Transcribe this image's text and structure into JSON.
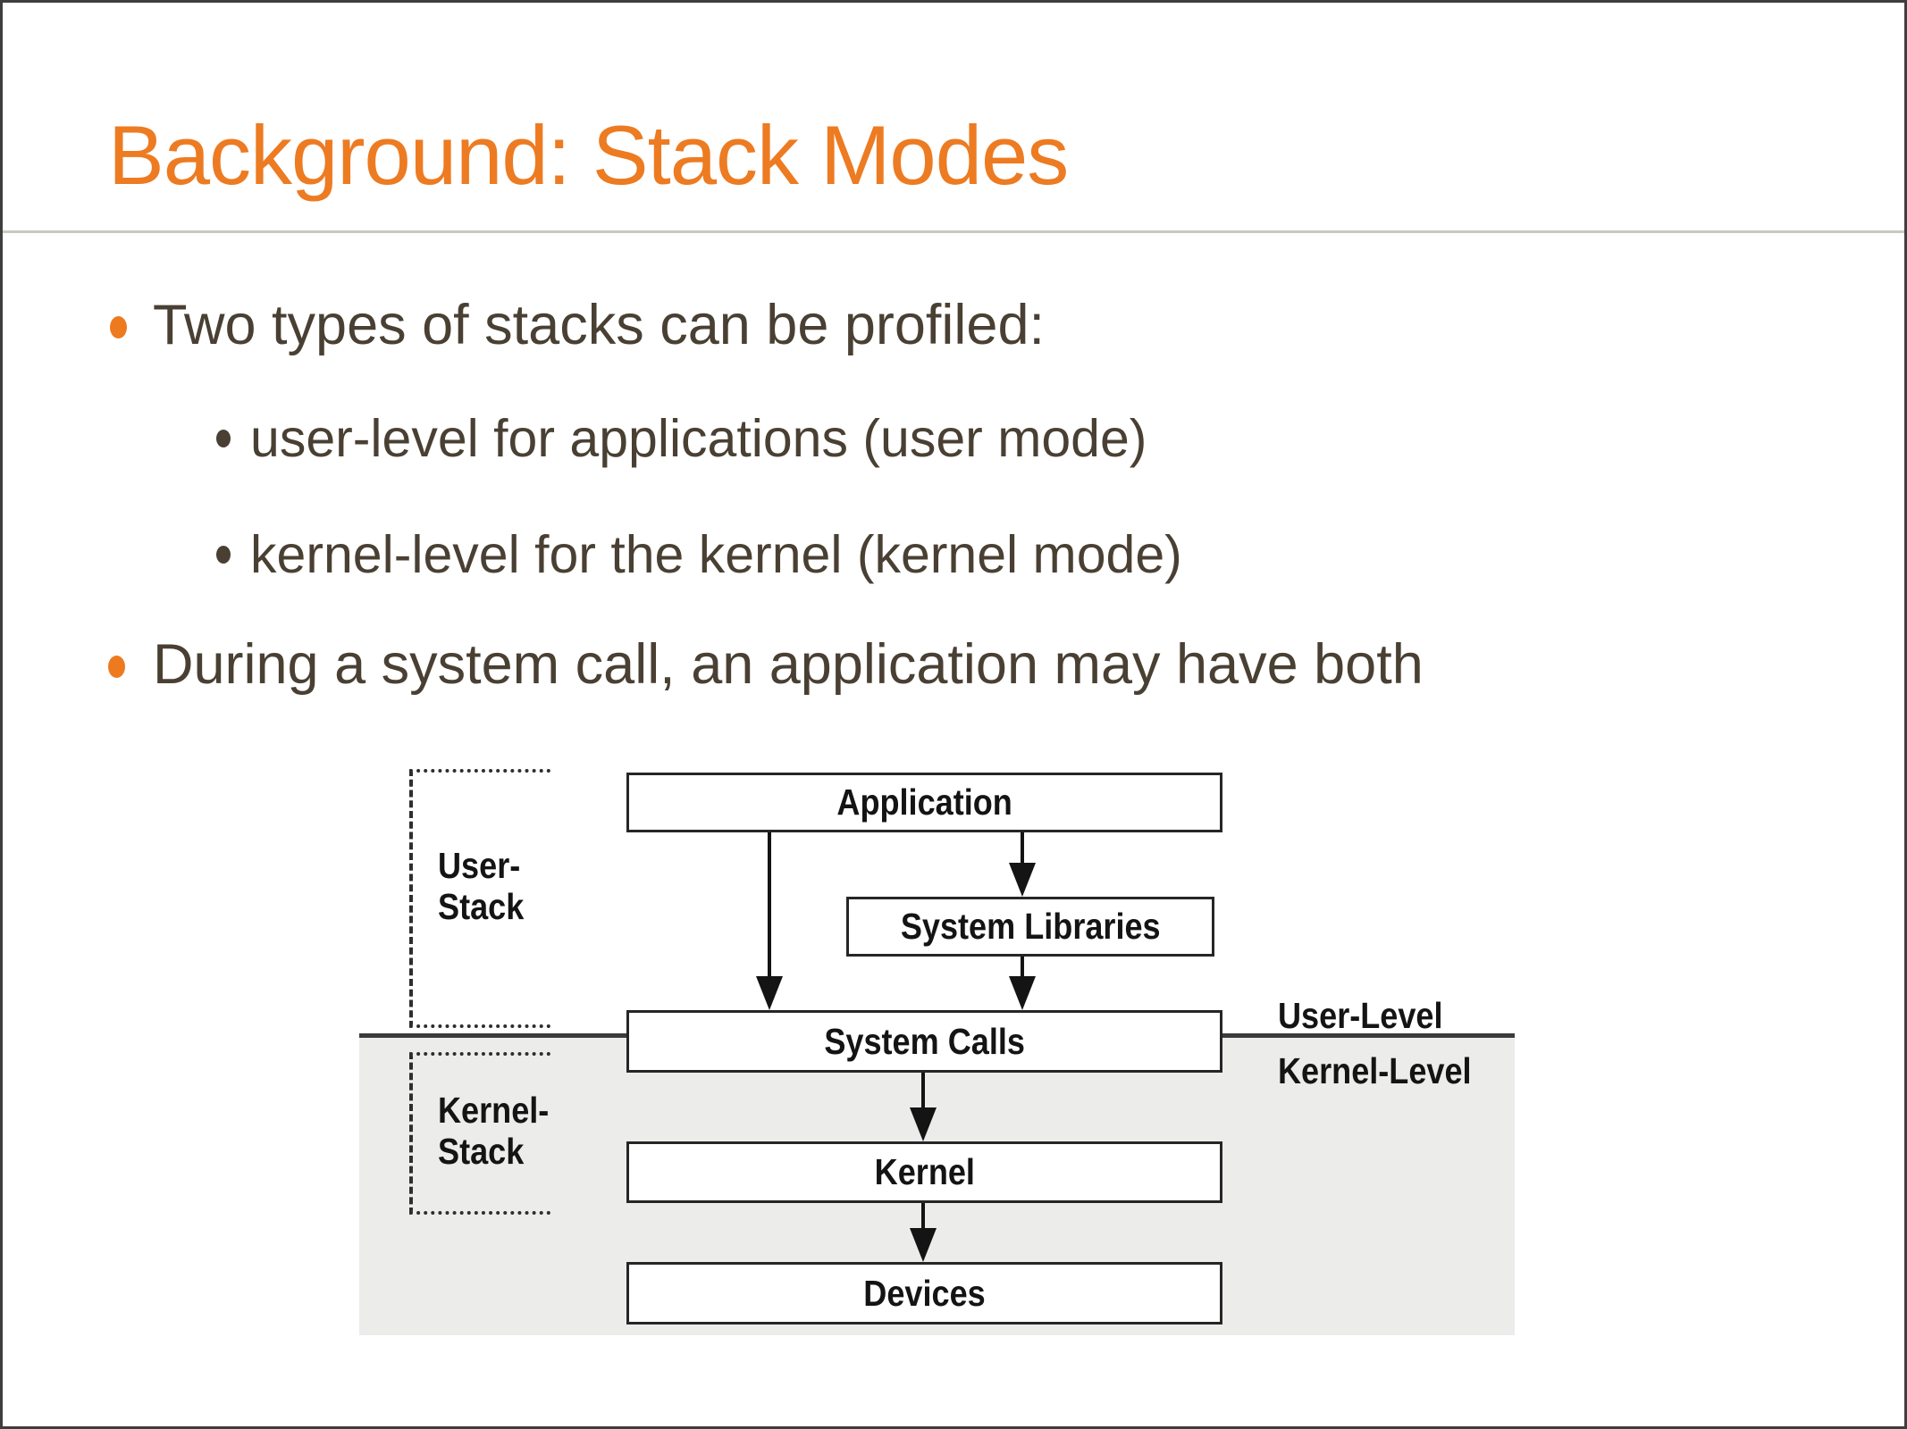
{
  "slide": {
    "title": "Background: Stack Modes",
    "bullets": [
      {
        "level": 1,
        "text": "Two types of stacks can be profiled:"
      },
      {
        "level": 2,
        "text": "user-level for applications (user mode)"
      },
      {
        "level": 2,
        "text": "kernel-level for the kernel (kernel mode)"
      },
      {
        "level": 1,
        "text": "During a system call, an application may have both"
      }
    ]
  },
  "diagram": {
    "nodes": [
      "Application",
      "System Libraries",
      "System Calls",
      "Kernel",
      "Devices"
    ],
    "brackets": {
      "user_stack": {
        "line1": "User-",
        "line2": "Stack"
      },
      "kernel_stack": {
        "line1": "Kernel-",
        "line2": "Stack"
      }
    },
    "side_labels": {
      "user": "User-Level",
      "kernel": "Kernel-Level"
    }
  },
  "colors": {
    "title_orange": "#ED7B22",
    "bullet_orange": "#EE7A1F",
    "body_text": "#494033",
    "diagram_text": "#141414",
    "kernel_region_gray": "#ECECEB",
    "divider_dark": "#3b3b3b",
    "title_rule_gray": "#cbc8c1",
    "slide_border": "#3e3e3e"
  }
}
